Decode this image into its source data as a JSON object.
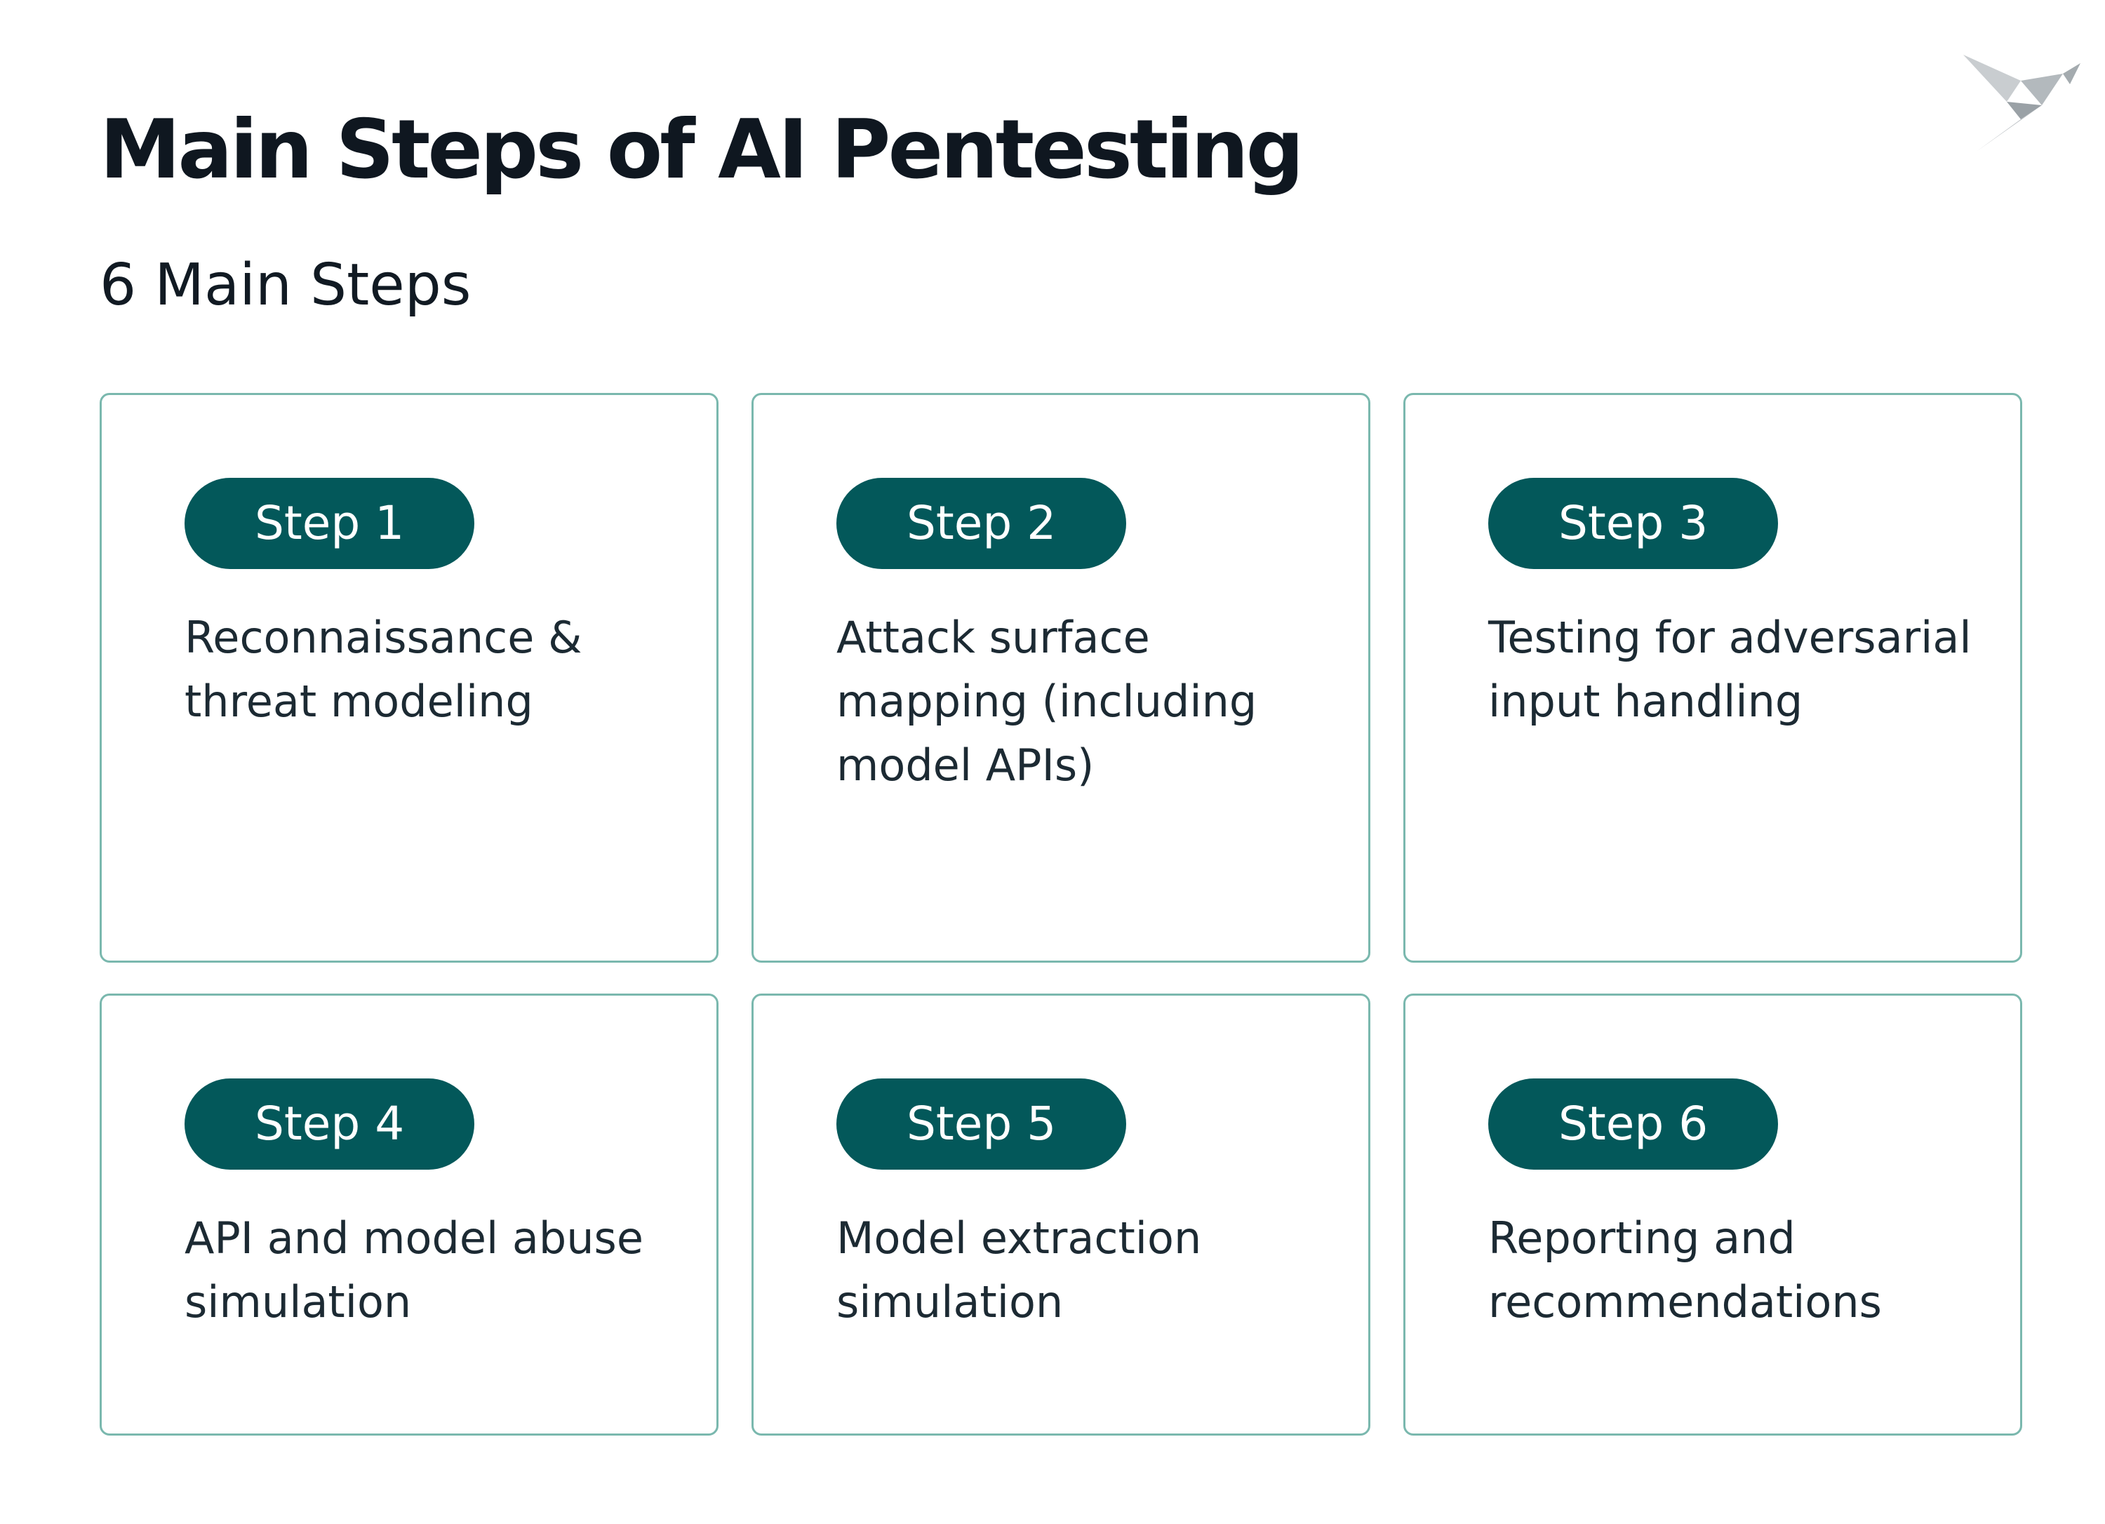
{
  "header": {
    "title": "Main Steps of AI Pentesting",
    "subtitle": "6 Main Steps"
  },
  "logo": {
    "icon": "origami-bird-icon",
    "color": "#b9bec2"
  },
  "colors": {
    "accent": "#03585a",
    "card_border": "#7ab8ae",
    "title": "#0f1720"
  },
  "steps": [
    {
      "label": "Step 1",
      "description": "Reconnaissance & threat modeling"
    },
    {
      "label": "Step 2",
      "description": "Attack surface mapping (including model APIs)"
    },
    {
      "label": "Step 3",
      "description": "Testing for adversarial input handling"
    },
    {
      "label": "Step 4",
      "description": "API and model abuse simulation"
    },
    {
      "label": "Step 5",
      "description": "Model extraction simulation"
    },
    {
      "label": "Step 6",
      "description": "Reporting and recommendations"
    }
  ]
}
